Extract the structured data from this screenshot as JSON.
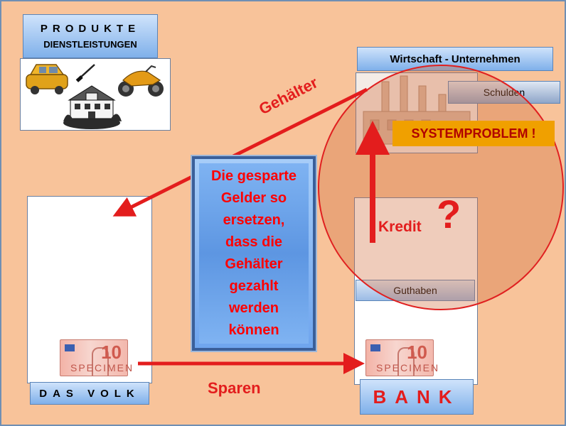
{
  "labels": {
    "produkte_line1": "PRODUKTE",
    "produkte_line2": "DIENSTLEISTUNGEN",
    "wirtschaft": "Wirtschaft - Unternehmen",
    "schulden": "Schulden",
    "systemproblem": "SYSTEMPROBLEM !",
    "guthaben": "Guthaben",
    "volk": "DAS VOLK",
    "bank": "BANK"
  },
  "arrows": {
    "gehaelter": "Gehälter",
    "kredit": "Kredit",
    "question": "?",
    "sparen": "Sparen"
  },
  "center_text": "Die gesparte\nGelder so\nersetzen,\ndass die\nGehälter\ngezahlt\nwerden\nkönnen",
  "bills": [
    {
      "value": "10",
      "word": "SPECIMEN"
    },
    {
      "value": "10",
      "word": "SPECIMEN"
    }
  ],
  "colors": {
    "background": "#f8c39a",
    "label_blue": "#7fb0ea",
    "arrow_red": "#e31d1d",
    "systemproblem_bg": "#f0a000",
    "circle_red": "#e02020"
  }
}
